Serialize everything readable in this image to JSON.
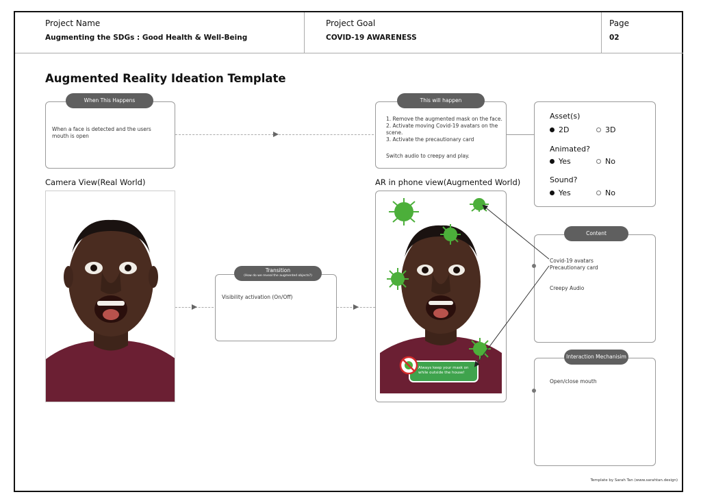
{
  "header": {
    "project_name_label": "Project Name",
    "project_name_value": "Augmenting the SDGs : Good Health & Well-Being",
    "project_goal_label": "Project Goal",
    "project_goal_value": "COVID-19 AWARENESS",
    "page_label": "Page",
    "page_value": "02"
  },
  "title": "Augmented Reality Ideation Template",
  "when": {
    "pill": "When This Happens",
    "text": "When a face is detected and the users mouth is open"
  },
  "will_happen": {
    "pill": "This will happen",
    "items": [
      "1. Remove the augmented mask on the face.",
      "2. Activate moving Covid-19 avatars on the scene.",
      "3. Activate the precautionary card"
    ],
    "extra": "Switch audio to creepy and play."
  },
  "options": {
    "asset_label": "Asset(s)",
    "asset_a": "2D",
    "asset_b": "3D",
    "animated_label": "Animated?",
    "animated_a": "Yes",
    "animated_b": "No",
    "sound_label": "Sound?",
    "sound_a": "Yes",
    "sound_b": "No"
  },
  "camera_view_label": "Camera View(Real World)",
  "ar_view_label": "AR in phone view(Augmented World)",
  "transition": {
    "pill": "Transition",
    "sub": "(How do we reveal the augmented objects?)",
    "text": "Visibility activation (On/Off)"
  },
  "content": {
    "pill": "Content",
    "line1": "Covid-19 avatars",
    "line2": "Precautionary card",
    "line3": "Creepy Audio"
  },
  "interaction": {
    "pill": "Interaction Mechanisim",
    "text": "Open/close mouth"
  },
  "ar_card_text": "Always keep your mask on while outside the house!",
  "footer": "Template by Sarah Tan (www.sarahtan.design)",
  "colors": {
    "pill_bg": "#5f5f5f",
    "virus_green": "#4caf3a",
    "card_green": "#3fa34d",
    "shirt": "#6b1f33",
    "skin": "#4a2c20"
  }
}
